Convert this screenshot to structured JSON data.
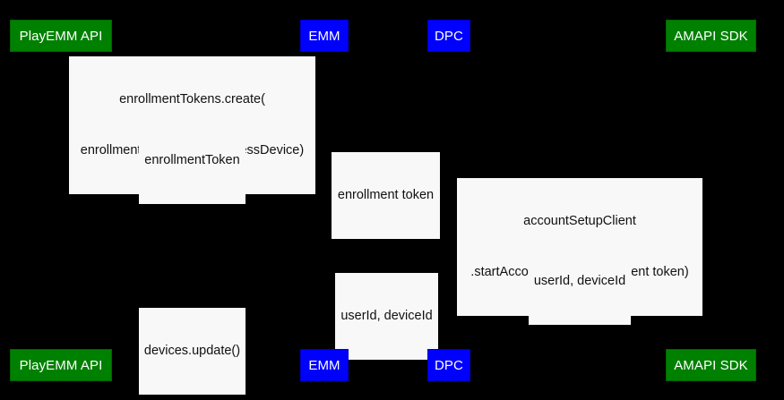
{
  "diagram": {
    "kind": "sequence-diagram",
    "background_color": "#000000",
    "colors": {
      "participant_green": "#008000",
      "participant_blue": "#0000FF",
      "participant_text": "#FFFFFF",
      "label_background": "#F8F8F8",
      "label_text": "#111111"
    }
  },
  "participants_top": [
    {
      "label": "PlayEMM API",
      "color": "green"
    },
    {
      "label": "EMM",
      "color": "blue"
    },
    {
      "label": "DPC",
      "color": "blue"
    },
    {
      "label": "AMAPI SDK",
      "color": "green"
    }
  ],
  "participants_bottom": [
    {
      "label": "PlayEMM API",
      "color": "green"
    },
    {
      "label": "EMM",
      "color": "blue"
    },
    {
      "label": "DPC",
      "color": "blue"
    },
    {
      "label": "AMAPI SDK",
      "color": "green"
    }
  ],
  "messages": [
    {
      "line1": "enrollmentTokens.create(",
      "line2": "enrollmentTokenType=userlessDevice)"
    },
    {
      "line1": "enrollmentToken"
    },
    {
      "line1": "enrollment token"
    },
    {
      "line1": "accountSetupClient",
      "line2": ".startAccountSetup(entrollment token)"
    },
    {
      "line1": "userId, deviceId"
    },
    {
      "line1": "userId, deviceId"
    },
    {
      "line1": "devices.update()"
    }
  ]
}
